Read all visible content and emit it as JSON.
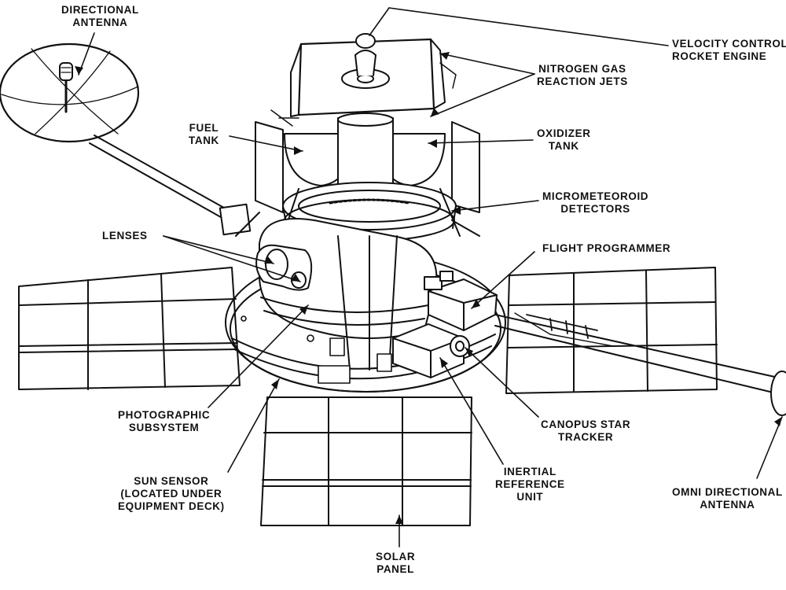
{
  "labels": {
    "directional_antenna": [
      "DIRECTIONAL",
      "ANTENNA"
    ],
    "velocity_control": [
      "VELOCITY CONTROL",
      "ROCKET ENGINE"
    ],
    "nitrogen_jets": [
      "NITROGEN GAS",
      "REACTION JETS"
    ],
    "fuel_tank": [
      "FUEL",
      "TANK"
    ],
    "oxidizer_tank": [
      "OXIDIZER",
      "TANK"
    ],
    "micrometeoroid": [
      "MICROMETEOROID",
      "DETECTORS"
    ],
    "lenses": [
      "LENSES"
    ],
    "flight_programmer": [
      "FLIGHT PROGRAMMER"
    ],
    "photographic": [
      "PHOTOGRAPHIC",
      "SUBSYSTEM"
    ],
    "canopus": [
      "CANOPUS STAR",
      "TRACKER"
    ],
    "sun_sensor": [
      "SUN SENSOR",
      "(LOCATED UNDER",
      "EQUIPMENT DECK)"
    ],
    "inertial": [
      "INERTIAL",
      "REFERENCE",
      "UNIT"
    ],
    "omni_antenna": [
      "OMNI DIRECTIONAL",
      "ANTENNA"
    ],
    "solar_panel": [
      "SOLAR",
      "PANEL"
    ]
  },
  "colors": {
    "ink": "#111111",
    "paper": "#ffffff"
  }
}
